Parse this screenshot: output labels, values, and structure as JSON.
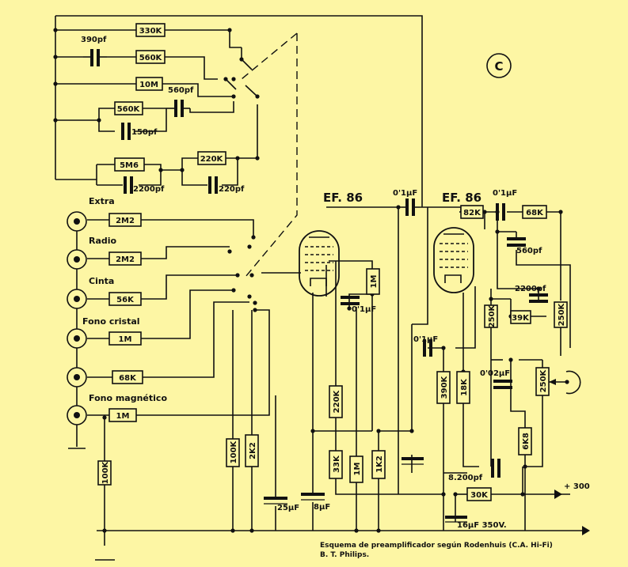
{
  "circuit_id": "C",
  "tubes": [
    "EF. 86",
    "EF. 86"
  ],
  "inputs": [
    "Extra",
    "Radio",
    "Cinta",
    "Fono cristal",
    "Fono magnético"
  ],
  "input_resistors": [
    "2M2",
    "2M2",
    "56K",
    "1M",
    "68K",
    "1M"
  ],
  "eq_network": {
    "r_330k": "330K",
    "c_390pf": "390pf",
    "r_560k_a": "560K",
    "r_10m": "10M",
    "c_560pf": "560pf",
    "r_560k_b": "560K",
    "c_150pf": "150pf",
    "r_5m6": "5M6",
    "c_2200pf": "2200pf",
    "r_220k": "220K",
    "c_220pf": "220pf"
  },
  "stage1": {
    "c_coupling": "0'1µF",
    "c_screen": "0'1µF",
    "r_plate": "1M",
    "r_100k": "100K",
    "r_2k2": "2K2",
    "c_25uf": "25µF",
    "c_8uf": "8µF",
    "r_220k": "220K",
    "r_33k": "33K",
    "r_1m": "1M",
    "r_1k2": "1K2",
    "r_100k_gnd": "100K"
  },
  "stage2": {
    "r_82k": "82K",
    "c_coupling": "0'1µF",
    "r_68k": "68K",
    "c_560pf": "560pf",
    "c_2200pf": "2200pf",
    "r_250k_a": "250K",
    "r_39k": "39K",
    "r_250k_b": "250K",
    "c_screen": "0'1µF",
    "c_002": "0'02µF",
    "r_390k": "390K",
    "r_18k": "18K",
    "r_250k_c": "250K",
    "r_6k8": "6K8",
    "c_8200pf": "8.200pf"
  },
  "supply": {
    "r_30k": "30K",
    "c_16uf": "16µF 350V.",
    "b_plus": "+ 300"
  },
  "caption_line1": "Esquema de preamplificador según Rodenhuis (C.A. Hi-Fi)",
  "caption_line2": "B. T. Philips."
}
